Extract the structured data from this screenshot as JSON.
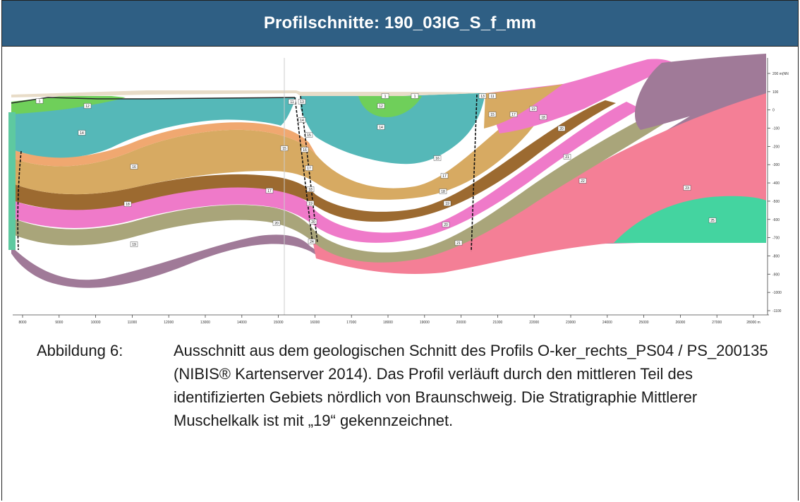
{
  "header": {
    "title": "Profilschnitte: 190_03IG_S_f_mm"
  },
  "caption": {
    "label": "Abbildung 6:",
    "text": "Ausschnitt aus dem geologischen Schnitt des Profils O-ker_rechts_PS04 / PS_200135 (NIBIS® Kartenserver 2014). Das Profil verläuft durch den mittleren Teil des identifizierten Gebiets nördlich von Braunschweig. Die Stratigraphie Mittlerer Muschelkalk ist mit „19“ gekennzeichnet."
  },
  "section": {
    "x_axis_ticks": [
      "8000",
      "9000",
      "10000",
      "11000",
      "12000",
      "13000",
      "14000",
      "15000",
      "16000",
      "17000",
      "18000",
      "19000",
      "20000",
      "21000",
      "22000",
      "23000",
      "24000",
      "25000",
      "26000",
      "27000",
      "28000 m"
    ],
    "y_axis_ticks": [
      "200 m(NN)",
      "100",
      "0",
      "-100",
      "-200",
      "-300",
      "-400",
      "-500",
      "-600",
      "-700",
      "-800",
      "-900",
      "-1000",
      "-1100"
    ],
    "unit_labels": [
      "1",
      "12",
      "14",
      "15",
      "16",
      "17",
      "18",
      "19",
      "20",
      "21",
      "22",
      "23",
      "24",
      "25",
      "11",
      "13"
    ],
    "colors": {
      "topsoil": "#e8dcc8",
      "green_quaternary": "#6fcf5a",
      "teal": "#55b8b8",
      "orange": "#f0a870",
      "tan": "#d7aa62",
      "brown": "#9c6a30",
      "pink": "#ef7ac9",
      "olive": "#a9a57a",
      "mauve": "#a07a98",
      "rose": "#f47f96",
      "mint": "#44d4a0",
      "sage": "#a8a884"
    }
  }
}
